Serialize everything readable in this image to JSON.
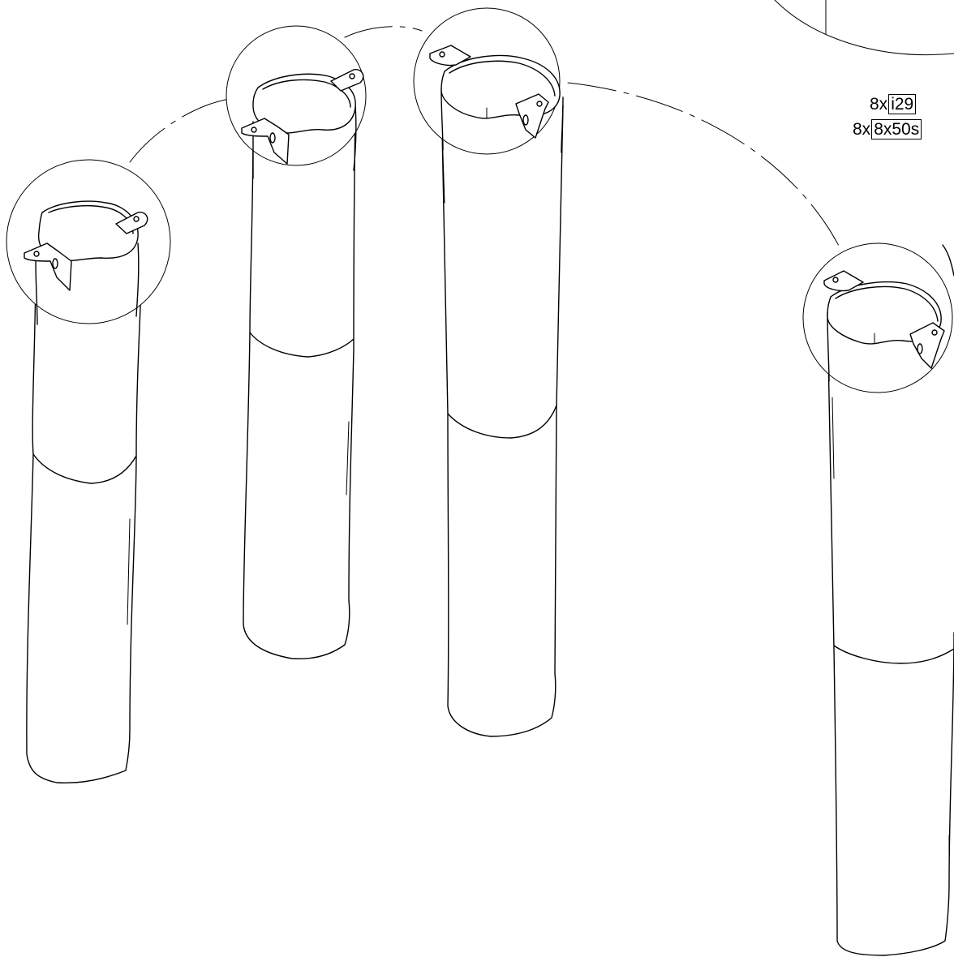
{
  "parts": [
    {
      "qty": "8x",
      "code": "i29"
    },
    {
      "qty": "8x",
      "code": "8x50s"
    }
  ]
}
